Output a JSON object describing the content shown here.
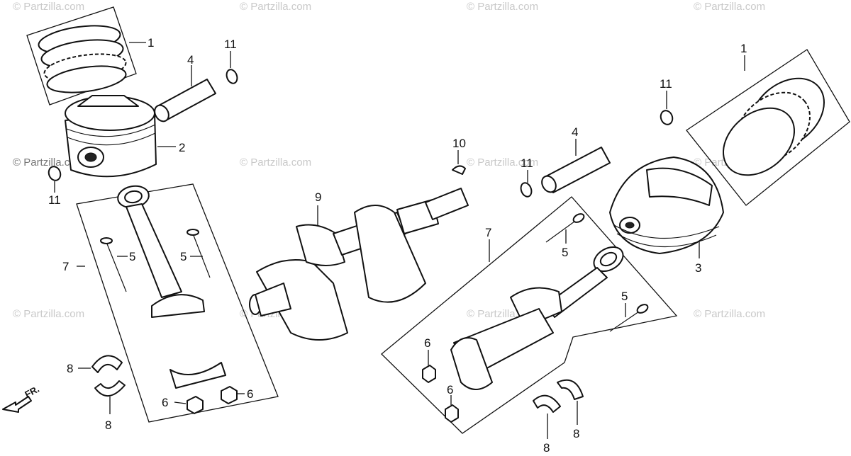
{
  "watermark": "© Partzilla.com",
  "front_label": "FR.",
  "callouts": {
    "ring_left": "1",
    "ring_right": "1",
    "piston_left": "2",
    "piston_right": "3",
    "pin_left": "4",
    "pin_right": "4",
    "bolt_left_a": "5",
    "bolt_left_b": "5",
    "bolt_right_a": "5",
    "bolt_right_b": "5",
    "nut_left_a": "6",
    "nut_left_b": "6",
    "nut_right_a": "6",
    "nut_right_b": "6",
    "rod_left": "7",
    "rod_right": "7",
    "bearing_left_a": "8",
    "bearing_left_b": "8",
    "bearing_right_a": "8",
    "bearing_right_b": "8",
    "crankshaft": "9",
    "key": "10",
    "clip_left_top": "11",
    "clip_left_bottom": "11",
    "clip_right_top": "11",
    "clip_right_mid": "11"
  }
}
